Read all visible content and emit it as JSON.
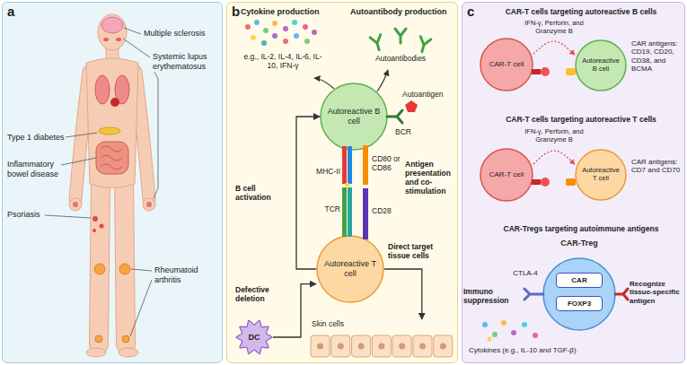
{
  "diagram": {
    "nodes": [
      {
        "text": [
          "a"
        ]
      },
      {
        "text": [
          "b"
        ]
      },
      {
        "text": [
          "c"
        ]
      },
      {
        "text": [
          "Autoreactive B cell"
        ],
        "in": 1
      },
      {
        "text": [
          "Autoreactive T cell"
        ],
        "in": 1
      },
      {
        "text": [
          "DC"
        ],
        "in": 1
      },
      {
        "text": [
          "Skin cells"
        ],
        "in": 1
      },
      {
        "text": [
          "CAR-T cell"
        ],
        "in": 2
      },
      {
        "text": [
          "Autoreactive B cell"
        ],
        "in": 2
      },
      {
        "text": [
          "CAR-T cell"
        ],
        "in": 2
      },
      {
        "text": [
          "Autoreactive T cell"
        ],
        "in": 2
      },
      {
        "text": [
          "CAR-Treg"
        ],
        "in": 2
      },
      {
        "text": [
          "CAR"
        ],
        "in": 11
      },
      {
        "text": [
          "FOXP3"
        ],
        "in": 11
      }
    ],
    "edges": [
      {
        "from": 4,
        "to": 3,
        "arrow": "to",
        "label": "B cell activation"
      },
      {
        "from": 5,
        "to": 4,
        "arrow": "to",
        "label": "Defective deletion"
      },
      {
        "from": 4,
        "to": 6,
        "arrow": "to",
        "label": "Direct target tissue cells"
      },
      {
        "from": 7,
        "to": 8,
        "arrow": "to",
        "label": "IFN-γ, Perforin, and Granzyme B"
      },
      {
        "from": 9,
        "to": 10,
        "arrow": "to",
        "label": "IFN-γ, Perforin, and Granzyme B"
      }
    ],
    "labels": [
      "Multiple sclerosis",
      "Systemic lupus erythematosus",
      "Type 1 diabetes",
      "Inflammatory bowel disease",
      "Psoriasis",
      "Rheumatoid arthritis",
      "Cytokine production",
      "e.g., IL-2, IL-4, IL-6, IL-10, IFN-γ",
      "Autoantibody production",
      "Autoantibodies",
      "Autoantigen",
      "BCR",
      "MHC-II",
      "TCR",
      "CD80 or CD86",
      "CD28",
      "Antigen presentation and co-stimulation",
      "CAR-T cells targeting autoreactive B cells",
      "CAR antigens: CD19, CD20, CD38, and BCMA",
      "CAR-T cells targeting autoreactive T cells",
      "CAR antigens: CD7 and CD70",
      "CAR-Tregs targeting autoimmune antigens",
      "CTLA-4",
      "Immuno suppression",
      "Recognize tissue-specific antigen",
      "Cytokines (e.g., IL-10 and TGF-β)"
    ]
  }
}
